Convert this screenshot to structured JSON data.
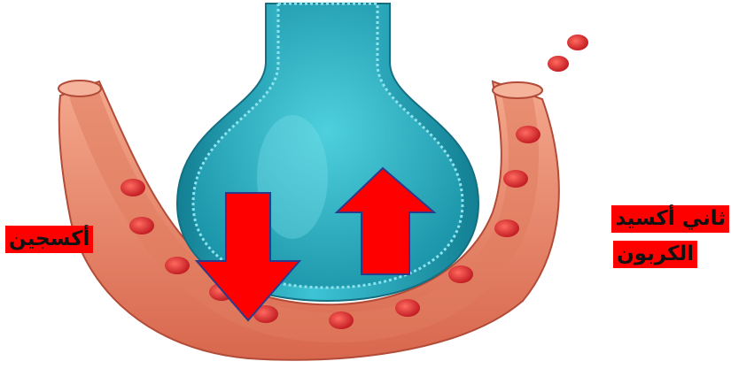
{
  "labels": {
    "oxygen": "أكسجين",
    "carbon_dioxide_line1": "ثاني أكسيد",
    "carbon_dioxide_line2": "الكربون"
  },
  "arrows": {
    "oxygen_direction": "down",
    "carbon_dioxide_direction": "up",
    "fill": "#ff0000",
    "outline": "#2a3a8c"
  },
  "colors": {
    "alveolus": "#2fb4c8",
    "alveolus_dark": "#1d8ea3",
    "capillary": "#e98a6b",
    "capillary_dark": "#c9503a",
    "red_blood_cell": "#d92b2b",
    "label_background": "#ff0000"
  }
}
